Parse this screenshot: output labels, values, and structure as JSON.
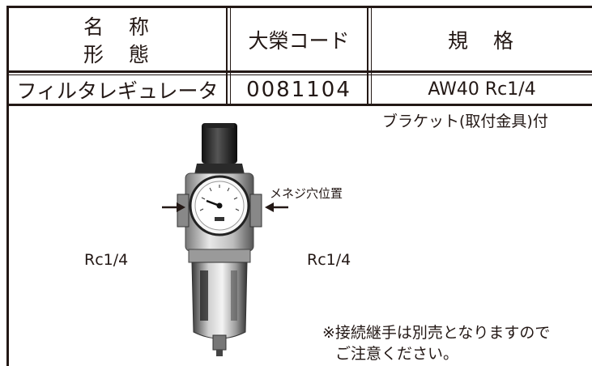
{
  "header": {
    "name_label_line1": "名　称",
    "name_label_line2": "形　態",
    "code_label": "大榮コード",
    "spec_label": "規　格"
  },
  "product": {
    "name": "フィルタレギュレータ",
    "code": "0081104",
    "spec": "AW40 Rc1/4",
    "accessory": "ブラケット(取付金具)付"
  },
  "diagram": {
    "mount_hole_label": "メネジ穴位置",
    "port_left": "Rc1/4",
    "port_right": "Rc1/4"
  },
  "note": {
    "line1": "※接続継手は別売となりますので",
    "line2": "ご注意ください。"
  }
}
